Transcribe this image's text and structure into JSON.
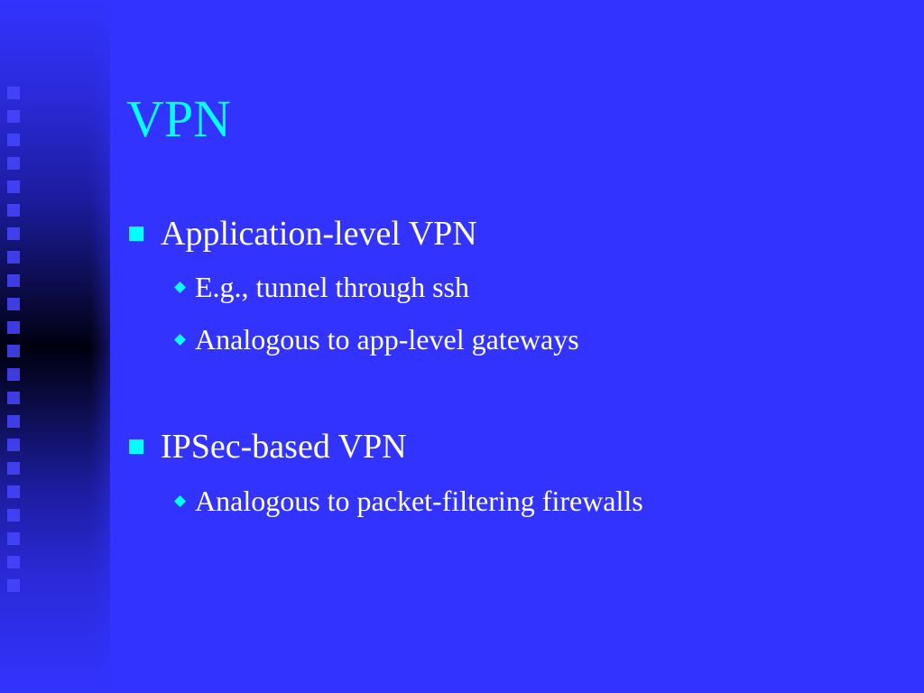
{
  "slide": {
    "title": "VPN",
    "bullets": [
      {
        "text": "Application-level VPN",
        "sub": [
          "E.g., tunnel through ssh",
          "Analogous to app-level gateways"
        ]
      },
      {
        "text": "IPSec-based VPN",
        "sub": [
          "Analogous to packet-filtering firewalls"
        ]
      }
    ]
  },
  "colors": {
    "background": "#3333ff",
    "title": "#00ffff",
    "text": "#ffffff",
    "bullet_marker": "#00ffff"
  },
  "icons": {
    "level1_marker": "square-bullet-icon",
    "level2_marker": "diamond-bullet-icon"
  }
}
